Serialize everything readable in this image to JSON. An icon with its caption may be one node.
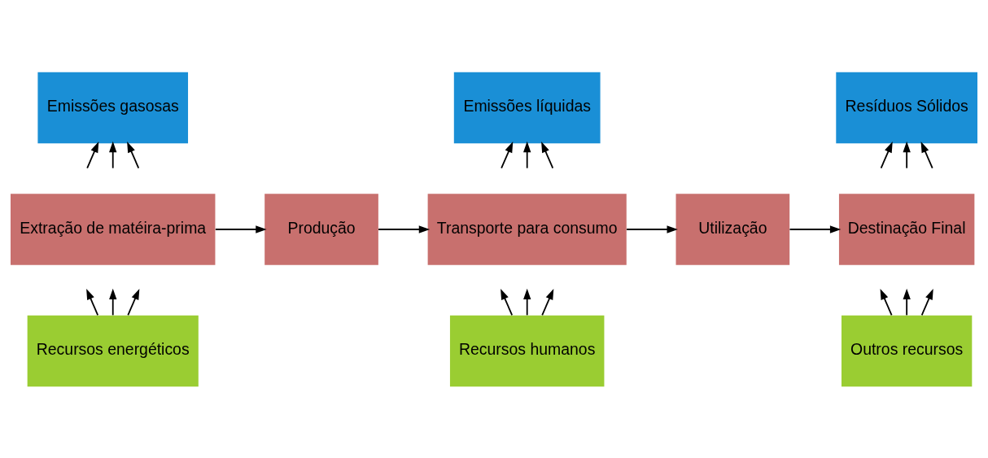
{
  "diagram": {
    "nodes": [
      {
        "text": [
          "Emissões gasosas"
        ]
      },
      {
        "text": [
          "Emissões líquidas"
        ]
      },
      {
        "text": [
          "Resíduos Sólidos"
        ]
      },
      {
        "text": [
          "Extração de matéira-prima"
        ]
      },
      {
        "text": [
          "Produção"
        ]
      },
      {
        "text": [
          "Transporte para consumo"
        ]
      },
      {
        "text": [
          "Utilização"
        ]
      },
      {
        "text": [
          "Destinação Final"
        ]
      },
      {
        "text": [
          "Recursos energéticos"
        ]
      },
      {
        "text": [
          "Recursos humanos"
        ]
      },
      {
        "text": [
          "Outros recursos"
        ]
      }
    ],
    "edges": [
      {
        "from": 3,
        "to": 4,
        "arrow": "to"
      },
      {
        "from": 4,
        "to": 5,
        "arrow": "to"
      },
      {
        "from": 5,
        "to": 6,
        "arrow": "to"
      },
      {
        "from": 6,
        "to": 7,
        "arrow": "to"
      },
      {
        "from": null,
        "to": 0,
        "arrow": "to"
      },
      {
        "from": null,
        "to": 0,
        "arrow": "to"
      },
      {
        "from": null,
        "to": 0,
        "arrow": "to"
      },
      {
        "from": null,
        "to": 1,
        "arrow": "to"
      },
      {
        "from": null,
        "to": 1,
        "arrow": "to"
      },
      {
        "from": null,
        "to": 1,
        "arrow": "to"
      },
      {
        "from": null,
        "to": 2,
        "arrow": "to"
      },
      {
        "from": null,
        "to": 2,
        "arrow": "to"
      },
      {
        "from": null,
        "to": 2,
        "arrow": "to"
      },
      {
        "from": 8,
        "to": null,
        "arrow": "to"
      },
      {
        "from": 8,
        "to": null,
        "arrow": "to"
      },
      {
        "from": 8,
        "to": null,
        "arrow": "to"
      },
      {
        "from": 9,
        "to": null,
        "arrow": "to"
      },
      {
        "from": 9,
        "to": null,
        "arrow": "to"
      },
      {
        "from": 9,
        "to": null,
        "arrow": "to"
      },
      {
        "from": 10,
        "to": null,
        "arrow": "to"
      },
      {
        "from": 10,
        "to": null,
        "arrow": "to"
      },
      {
        "from": 10,
        "to": null,
        "arrow": "to"
      }
    ]
  }
}
